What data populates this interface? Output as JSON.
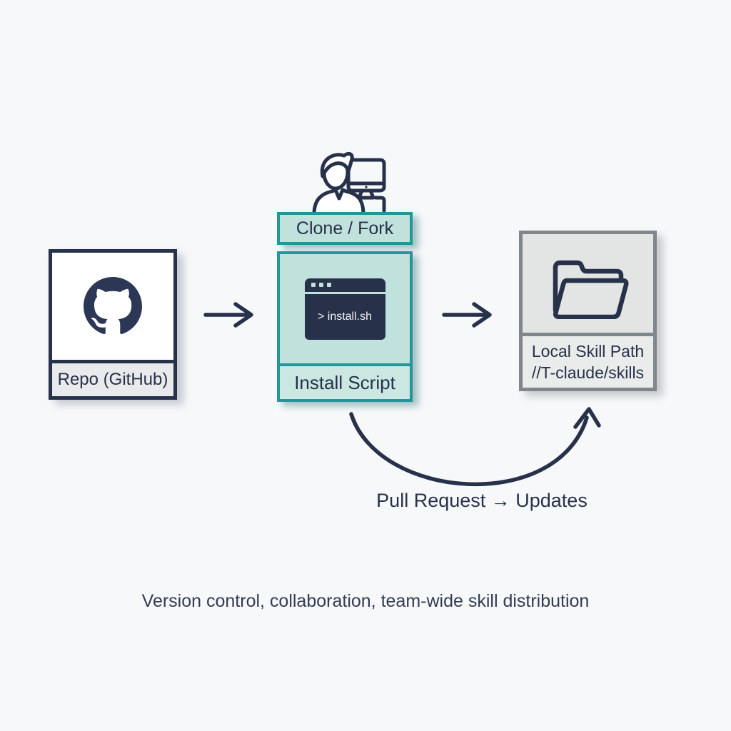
{
  "nodes": {
    "repo": {
      "label": "Repo (GitHub)",
      "icon": "github-octocat"
    },
    "clone_fork": {
      "label": "Clone / Fork",
      "icon": "person-at-computer"
    },
    "install_script": {
      "label": "Install Script",
      "icon": "terminal-window",
      "terminal_text": "> install.sh"
    },
    "local_skills": {
      "label_line1": "Local Skill Path",
      "label_line2": "//T-claude/skills",
      "icon": "open-folder"
    }
  },
  "edges": {
    "pull_request_label": "Pull Request → Updates"
  },
  "caption": "Version control, collaboration, team-wide skill distribution",
  "theme": {
    "bg": "#f7f8fa",
    "navy": "#273149",
    "teal": "#249598",
    "mint": "#c0e1dc",
    "mint-light": "#cbe7e1",
    "gray-border": "#80868b",
    "gray-fill": "#e3e4e4",
    "gray-band": "#e8eaeb",
    "gray-band2": "#eaebeb",
    "caption": "#333c52"
  }
}
